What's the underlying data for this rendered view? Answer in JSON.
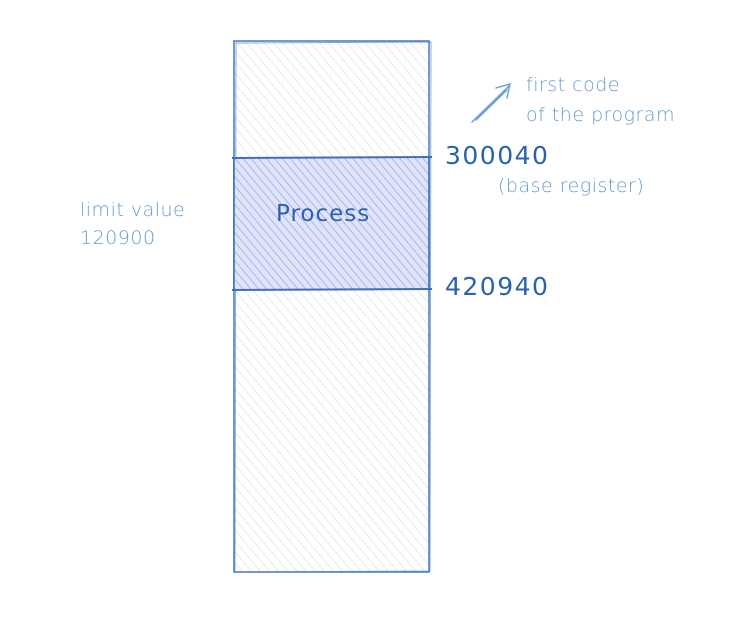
{
  "diagram": {
    "process_label": "Process",
    "base_address": "300040",
    "base_caption": "(base register)",
    "end_address": "420940",
    "limit_label": "limit value",
    "limit_value": "120900",
    "arrow_note_line1": "first code",
    "arrow_note_line2": "of the program"
  },
  "colors": {
    "stroke": "#4f82c4",
    "hatch": "#d3d3d3",
    "process_fill": "#dce2f8",
    "process_hatch": "#8f9fe0",
    "note_text": "#6a9bd1",
    "address_text": "#2b62ad"
  }
}
